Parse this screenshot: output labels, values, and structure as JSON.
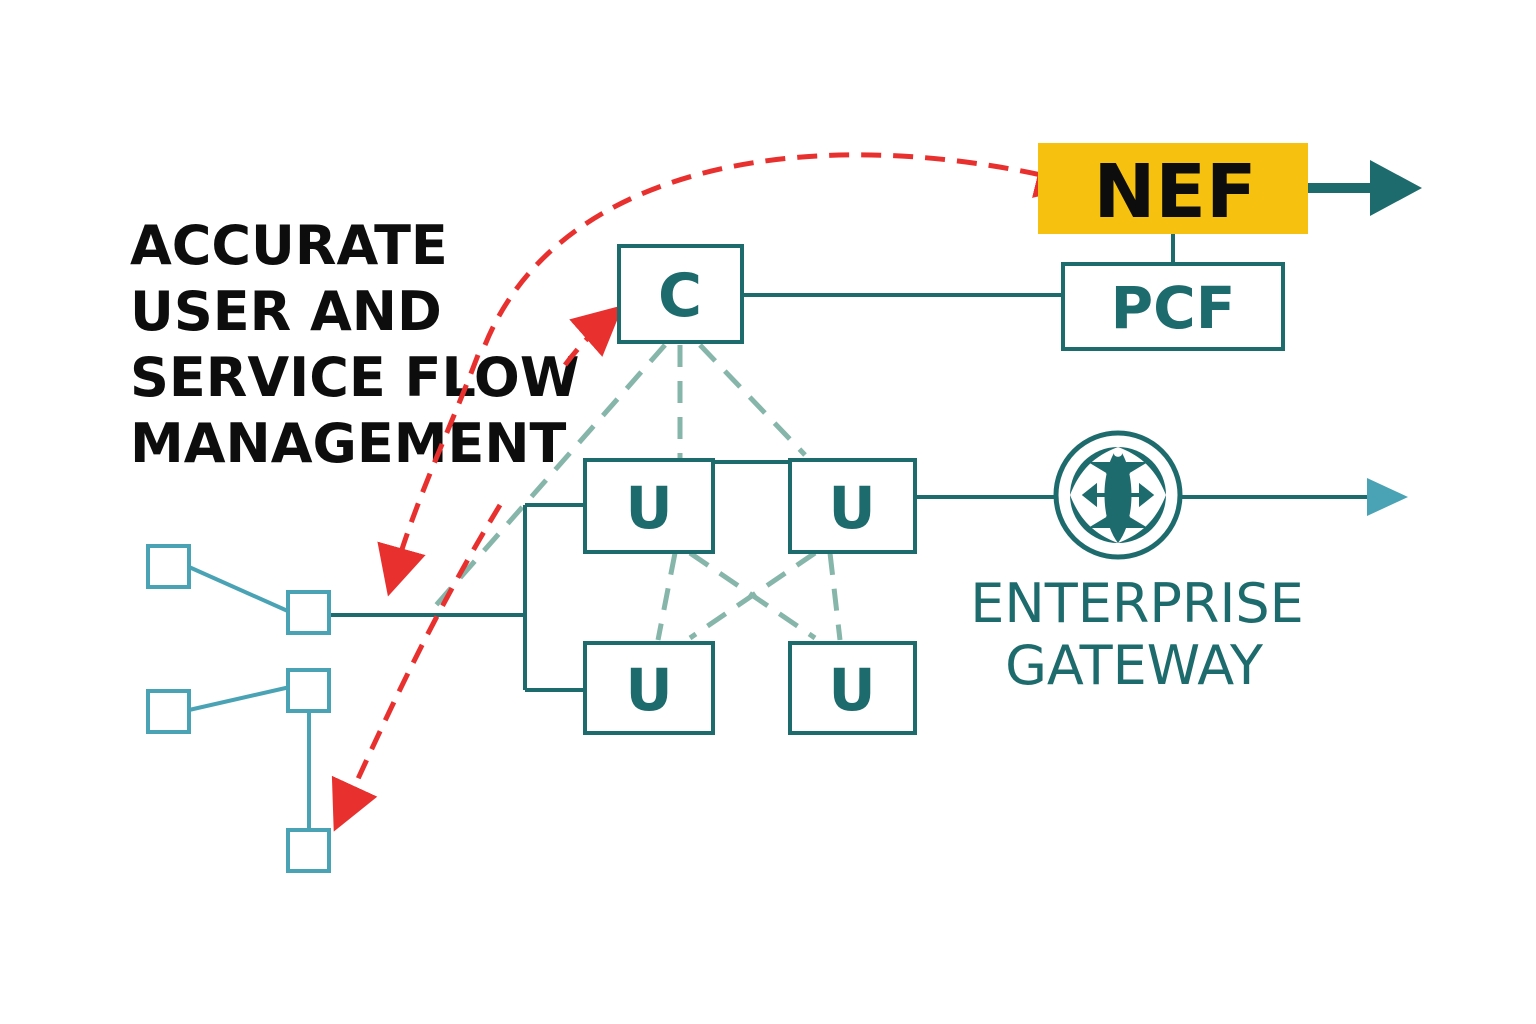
{
  "headline": [
    "ACCURATE",
    "USER AND",
    "SERVICE FLOW",
    "MANAGEMENT"
  ],
  "nodes": {
    "nef": "NEF",
    "pcf": "PCF",
    "control": "C",
    "user_plane": [
      "U",
      "U",
      "U",
      "U"
    ]
  },
  "gateway": {
    "icon": "compass-arrows-icon",
    "label": [
      "ENTERPRISE",
      "GATEWAY"
    ]
  },
  "colors": {
    "teal": "#1e6b6e",
    "light_teal": "#4aa3b5",
    "dashed_teal": "#86b5aa",
    "red": "#e8302e",
    "nef_fill": "#f6c20f",
    "text_dark": "#0d0d0d"
  }
}
